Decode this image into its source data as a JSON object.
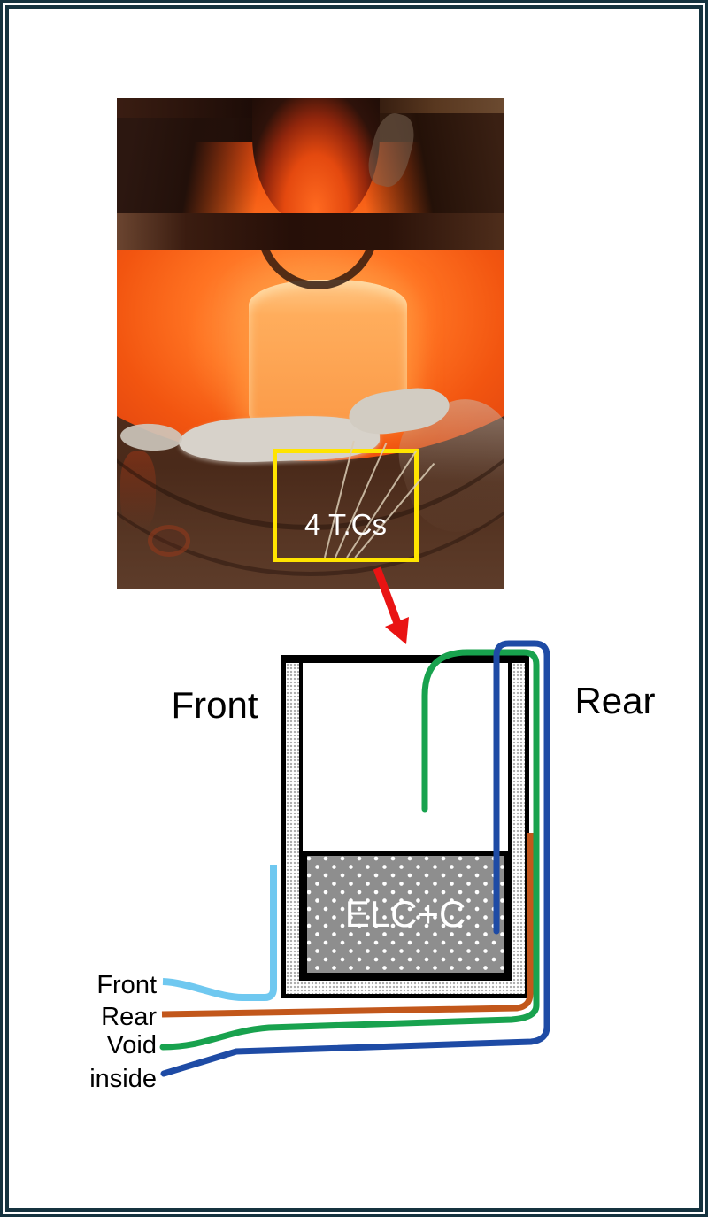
{
  "figure": {
    "photo": {
      "callout_label": "4 T.Cs"
    },
    "schematic": {
      "front_label": "Front",
      "rear_label": "Rear",
      "material_label": "ELC+C"
    },
    "legend": {
      "items": [
        {
          "label": "Front",
          "color": "#6FC8F0"
        },
        {
          "label": "Rear",
          "color": "#C2571B"
        },
        {
          "label": "Void",
          "color": "#18A24E"
        },
        {
          "label": "inside",
          "color": "#1E4BA5"
        }
      ]
    },
    "colors": {
      "frame": "#15333F",
      "callout_box": "#FFE400",
      "arrow": "#E91313",
      "crucible_outline": "#000000",
      "material_fill": "#8E8E8E"
    }
  }
}
